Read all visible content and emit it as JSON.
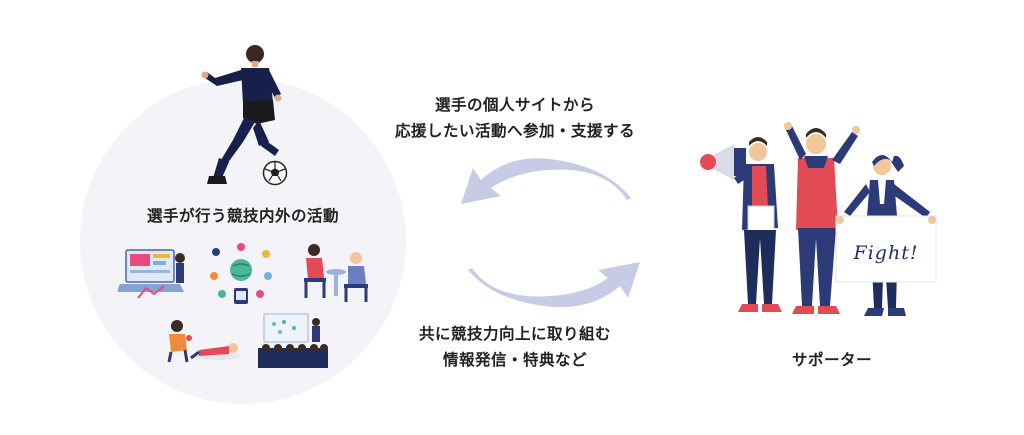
{
  "left_section": {
    "label": "選手が行う競技内外の活動"
  },
  "top_message": {
    "line1": "選手の個人サイトから",
    "line2": "応援したい活動へ参加・支援する"
  },
  "bottom_message": {
    "line1": "共に競技力向上に取り組む",
    "line2": "情報発信・特典など"
  },
  "right_section": {
    "label": "サポーター",
    "sign_text": "Fight!"
  },
  "colors": {
    "circle_bg": "#f3f3f8",
    "arrow": "#c7cbe6",
    "navy": "#1f2d5c",
    "jersey": "#16204a",
    "red": "#c9314d"
  }
}
